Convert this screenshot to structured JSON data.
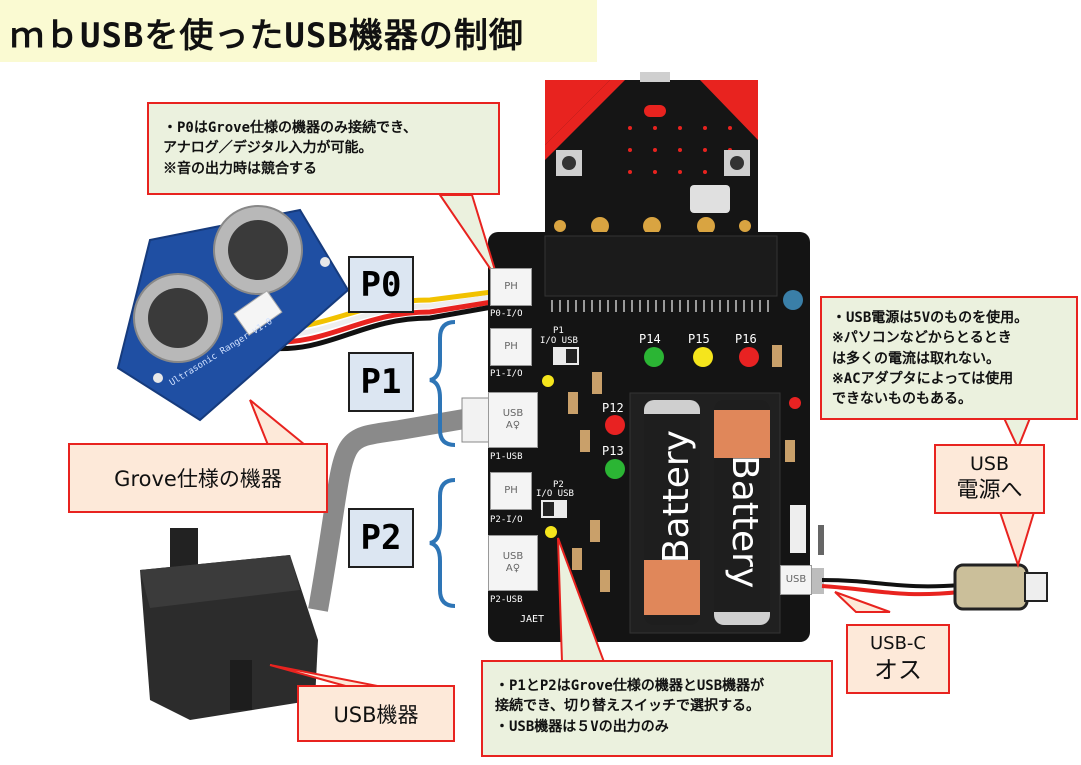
{
  "title": "ｍｂUSBを使ったUSB機器の制御",
  "notes": {
    "p0": "・P0はGrove仕様の機器のみ接続でき、\nアナログ／デジタル入力が可能。\n※音の出力時は競合する",
    "usb_power": "・USB電源は5Vのものを使用。\n※パソコンなどからとるとき\nは多くの電流は取れない。\n※ACアダプタによっては使用\nできないものもある。",
    "p1p2": "・P1とP2はGrove仕様の機器とUSB機器が\n接続でき、切り替えスイッチで選択する。\n・USB機器は５Vの出力のみ"
  },
  "callouts": {
    "grove": "Grove仕様の機器",
    "usb_device": "USB機器",
    "usb_power_line1": "USB",
    "usb_power_line2": "電源へ",
    "usbc_line1": "USB-C",
    "usbc_line2": "オス"
  },
  "pins": {
    "p0": "P0",
    "p1": "P1",
    "p2": "P2"
  },
  "board": {
    "ports": {
      "ph": "PH",
      "usb": "USB",
      "usb_sym": "A♀",
      "usb_power": "USB"
    },
    "silkscreen": {
      "p0_io": "P0-I/O",
      "p1_io": "P1-I/O",
      "p1_usb": "P1-USB",
      "p2_io": "P2-I/O",
      "p2_usb": "P2-USB",
      "p1_switch": "P1",
      "p2_switch": "P2",
      "io_usb": "I/O  USB",
      "p14": "P14",
      "p15": "P15",
      "p16": "P16",
      "p12": "P12",
      "p13": "P13",
      "brand": "JAET"
    },
    "battery": "Battery"
  },
  "sensor": {
    "print": "Ultrasonic Ranger v1.0"
  },
  "colors": {
    "note_fill": "#ebf1de",
    "callout_fill": "#fde9d9",
    "callout_border": "#e8231f",
    "pin_label_fill": "#dce6f2",
    "title_fill": "#fafad2",
    "bracket": "#2e75b6",
    "board": "#141414",
    "led_green": "#2bb534",
    "led_yellow": "#f5e51c",
    "led_red": "#e82222"
  }
}
